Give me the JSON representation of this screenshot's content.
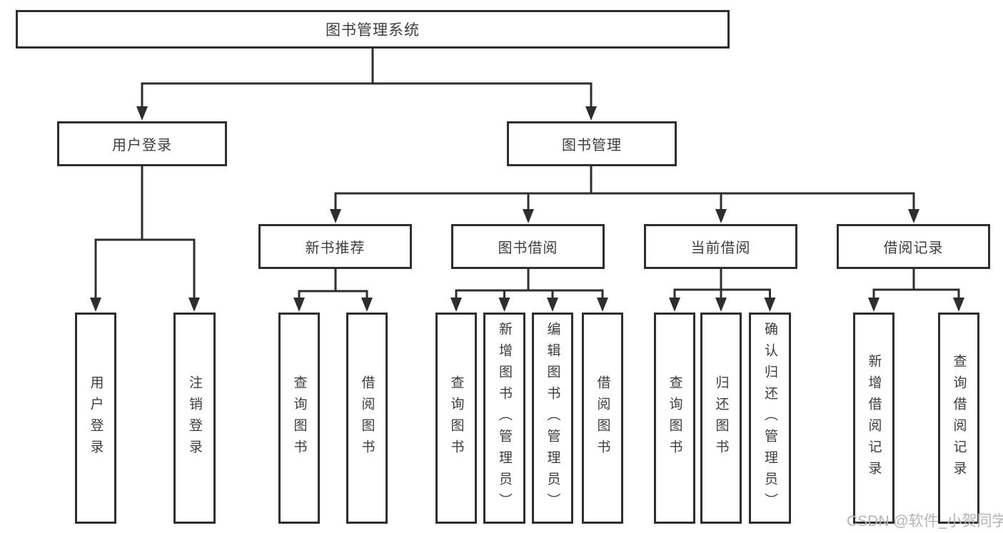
{
  "diagram": {
    "root": {
      "label": "图书管理系统"
    },
    "children": [
      {
        "label": "用户登录",
        "children": [
          {
            "label": "用户登录"
          },
          {
            "label": "注销登录"
          }
        ]
      },
      {
        "label": "图书管理",
        "children": [
          {
            "label": "新书推荐",
            "children": [
              {
                "label": "查询图书"
              },
              {
                "label": "借阅图书"
              }
            ]
          },
          {
            "label": "图书借阅",
            "children": [
              {
                "label": "查询图书"
              },
              {
                "label": "新增图书（管理员）"
              },
              {
                "label": "编辑图书（管理员）"
              },
              {
                "label": "借阅图书"
              }
            ]
          },
          {
            "label": "当前借阅",
            "children": [
              {
                "label": "查询图书"
              },
              {
                "label": "归还图书"
              },
              {
                "label": "确认归还（管理员）"
              }
            ]
          },
          {
            "label": "借阅记录",
            "children": [
              {
                "label": "新增借阅记录"
              },
              {
                "label": "查询借阅记录"
              }
            ]
          }
        ]
      }
    ]
  },
  "watermark": {
    "text": "CSDN @软件_小贺同学"
  },
  "colors": {
    "line": "#2e2e2e",
    "text": "#3d3d3d",
    "background": "#ffffff",
    "watermark": "#b4b4b4"
  }
}
